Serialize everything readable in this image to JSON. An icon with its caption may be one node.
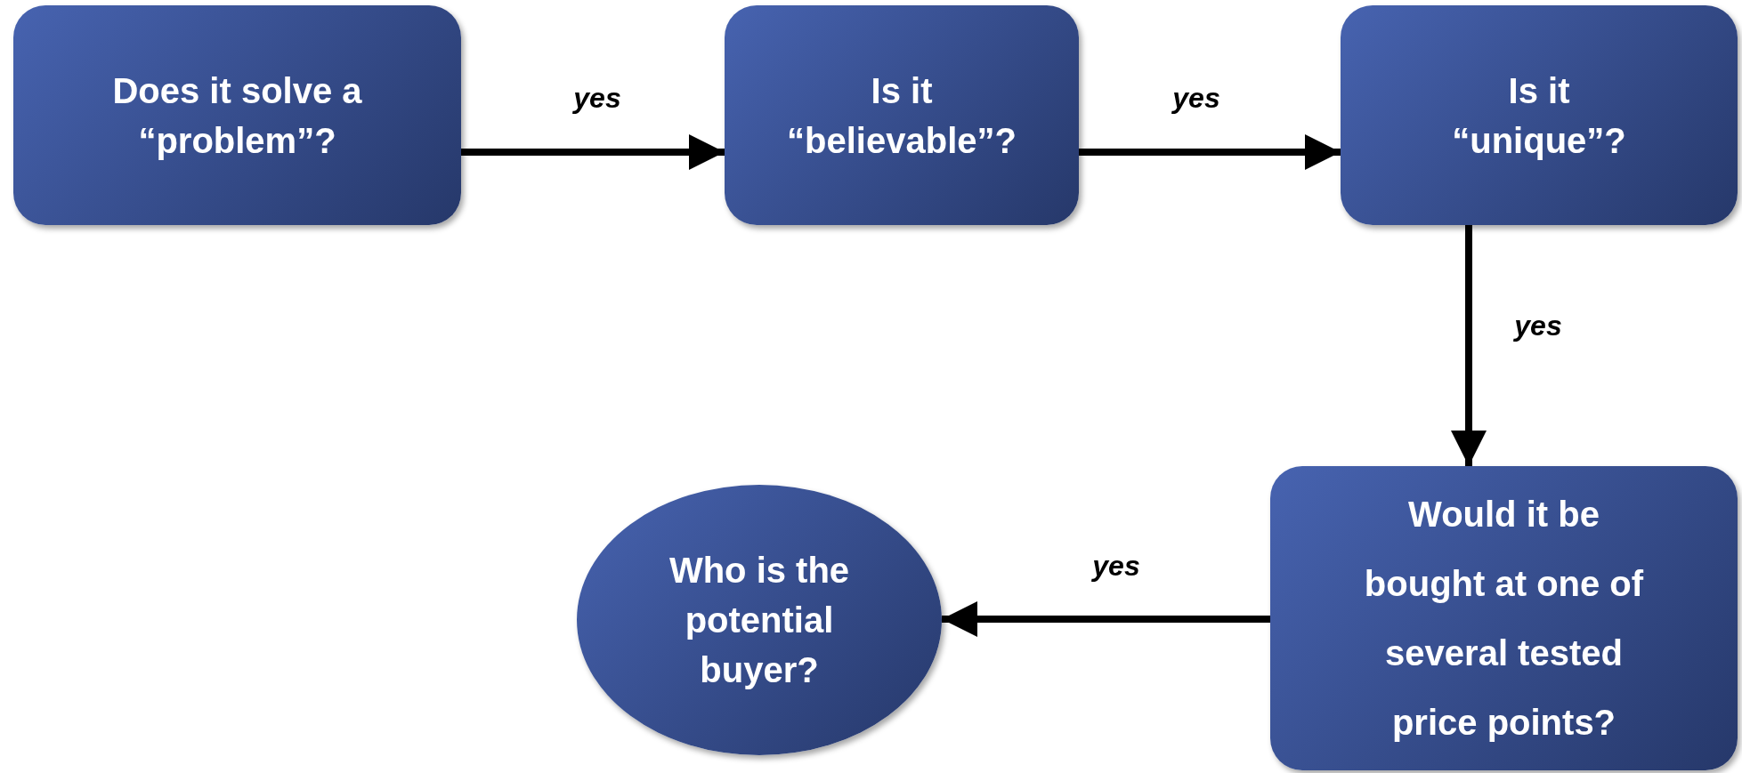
{
  "diagram": {
    "nodes": [
      {
        "text": [
          "Does it solve a “problem”?"
        ]
      },
      {
        "text": [
          "Is it “believable”?"
        ]
      },
      {
        "text": [
          "Is it “unique”?"
        ]
      },
      {
        "text": [
          "Would it be bought at one of several tested price points?"
        ]
      },
      {
        "text": [
          "Who is the potential buyer?"
        ]
      }
    ],
    "edges": [
      {
        "from": 0,
        "to": 1,
        "arrow": "to",
        "label": "yes"
      },
      {
        "from": 1,
        "to": 2,
        "arrow": "to",
        "label": "yes"
      },
      {
        "from": 2,
        "to": 3,
        "arrow": "to",
        "label": "yes"
      },
      {
        "from": 3,
        "to": 4,
        "arrow": "to",
        "label": "yes"
      }
    ]
  }
}
